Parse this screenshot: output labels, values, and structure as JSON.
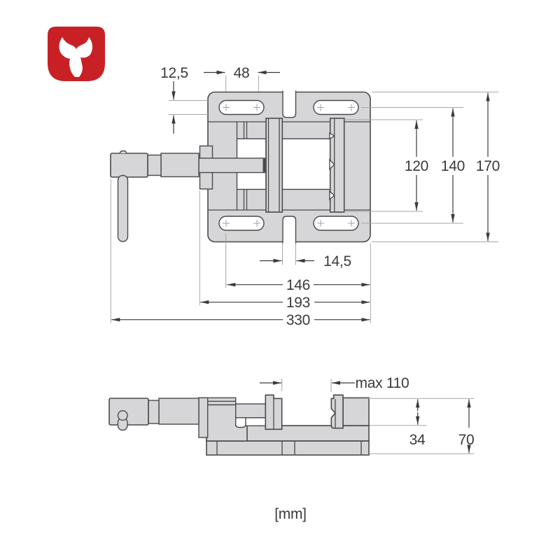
{
  "logo": {
    "name": "bull-brand-logo",
    "color": "#c92026"
  },
  "colors": {
    "body_fill": "#d6d6d8",
    "outline": "#4a4a4c",
    "dimension": "#3a3a3c",
    "extension_line": "#a6a6a8",
    "background": "#ffffff"
  },
  "drawing": {
    "type": "technical dimension drawing of a drill press machine vise, top view and side view",
    "top_view": {
      "dims": {
        "slot_width": "12,5",
        "slot_length": "48",
        "jaw_width": "120",
        "hole_spacing": "140",
        "flange_width": "170",
        "notch_width": "14,5",
        "slot_span": "146",
        "body_length": "193",
        "overall_length": "330"
      }
    },
    "side_view": {
      "dims": {
        "max_opening": "max 110",
        "jaw_height": "34",
        "overall_height": "70"
      }
    },
    "unit_note": "[mm]"
  }
}
